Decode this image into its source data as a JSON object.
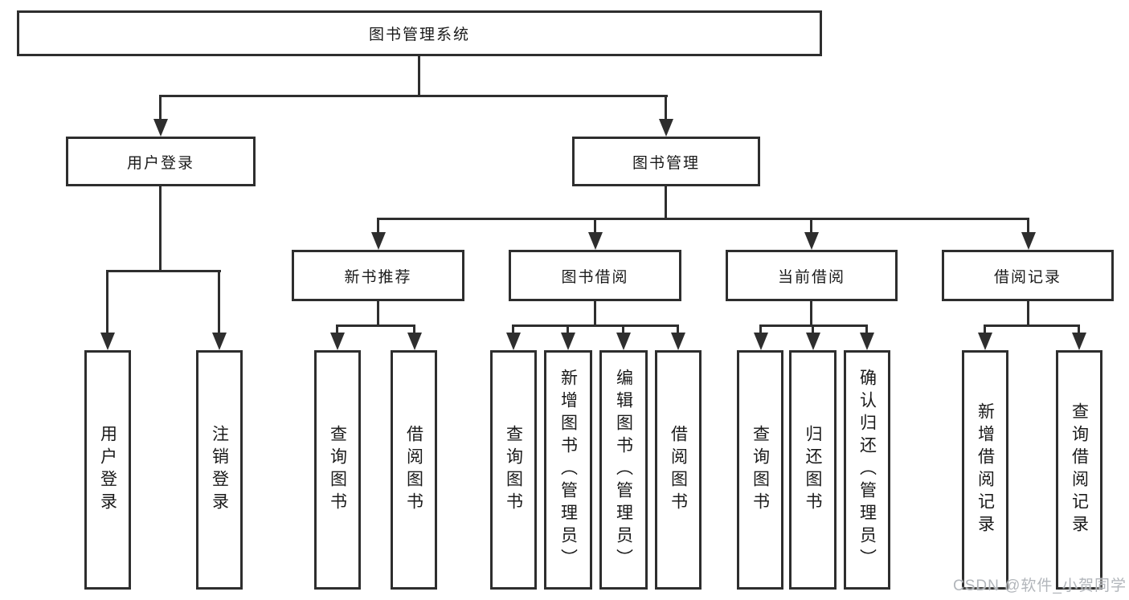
{
  "tree": {
    "root": "图书管理系统",
    "branches": [
      {
        "label": "用户登录",
        "children": [
          {
            "label": "用户登录"
          },
          {
            "label": "注销登录"
          }
        ]
      },
      {
        "label": "图书管理",
        "children": [
          {
            "label": "新书推荐",
            "children": [
              {
                "label": "查询图书"
              },
              {
                "label": "借阅图书"
              }
            ]
          },
          {
            "label": "图书借阅",
            "children": [
              {
                "label": "查询图书"
              },
              {
                "label": "新增图书（管理员）"
              },
              {
                "label": "编辑图书（管理员）"
              },
              {
                "label": "借阅图书"
              }
            ]
          },
          {
            "label": "当前借阅",
            "children": [
              {
                "label": "查询图书"
              },
              {
                "label": "归还图书"
              },
              {
                "label": "确认归还（管理员）"
              }
            ]
          },
          {
            "label": "借阅记录",
            "children": [
              {
                "label": "新增借阅记录"
              },
              {
                "label": "查询借阅记录"
              }
            ]
          }
        ]
      }
    ]
  },
  "watermark": "CSDN @软件_小贺同学",
  "colors": {
    "line": "#2e2e2e",
    "text": "#1a1a1a",
    "watermark": "#b2b6bb",
    "background": "#ffffff"
  }
}
